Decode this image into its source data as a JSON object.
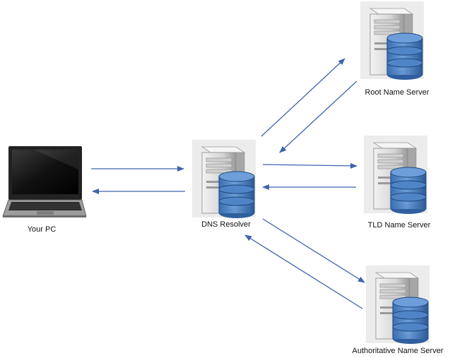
{
  "nodes": {
    "pc": {
      "label": "Your PC",
      "icon": "laptop-icon"
    },
    "resolver": {
      "label": "DNS Resolver",
      "icon": "server-database-icon"
    },
    "root": {
      "label": "Root Name Server",
      "icon": "server-database-icon"
    },
    "tld": {
      "label": "TLD Name Server",
      "icon": "server-database-icon"
    },
    "auth": {
      "label": "Authoritative Name Server",
      "icon": "server-database-icon"
    }
  },
  "colors": {
    "arrow": "#3f64ae",
    "db_fill": "#5b8fd0",
    "db_dark": "#2f5f9e",
    "server_body": "#d9d9d9"
  }
}
